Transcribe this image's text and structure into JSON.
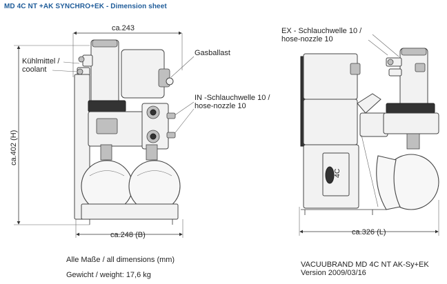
{
  "title": "MD 4C NT +AK SYNCHRO+EK - Dimension sheet",
  "front_view": {
    "width_top": "ca.243",
    "height": "ca.402 (H)",
    "width_bottom": "ca.248 (B)",
    "coolant_label_de": "Kühlmittel /",
    "coolant_label_en": "coolant",
    "gas_ballast": "Gasballast",
    "in_label_de": "IN -Schlauchwelle 10 /",
    "in_label_en": "hose-nozzle 10"
  },
  "side_view": {
    "ex_label_de": "EX - Schlauchwelle 10 /",
    "ex_label_en": "hose-nozzle 10",
    "length": "ca.326 (L)",
    "badge": "4C"
  },
  "footer": {
    "dimensions_note": "Alle Maße / all dimensions (mm)",
    "weight": "Gewicht / weight: 17,6 kg",
    "model": "VACUUBRAND MD 4C NT AK-Sy+EK",
    "version": "Version 2009/03/16"
  }
}
